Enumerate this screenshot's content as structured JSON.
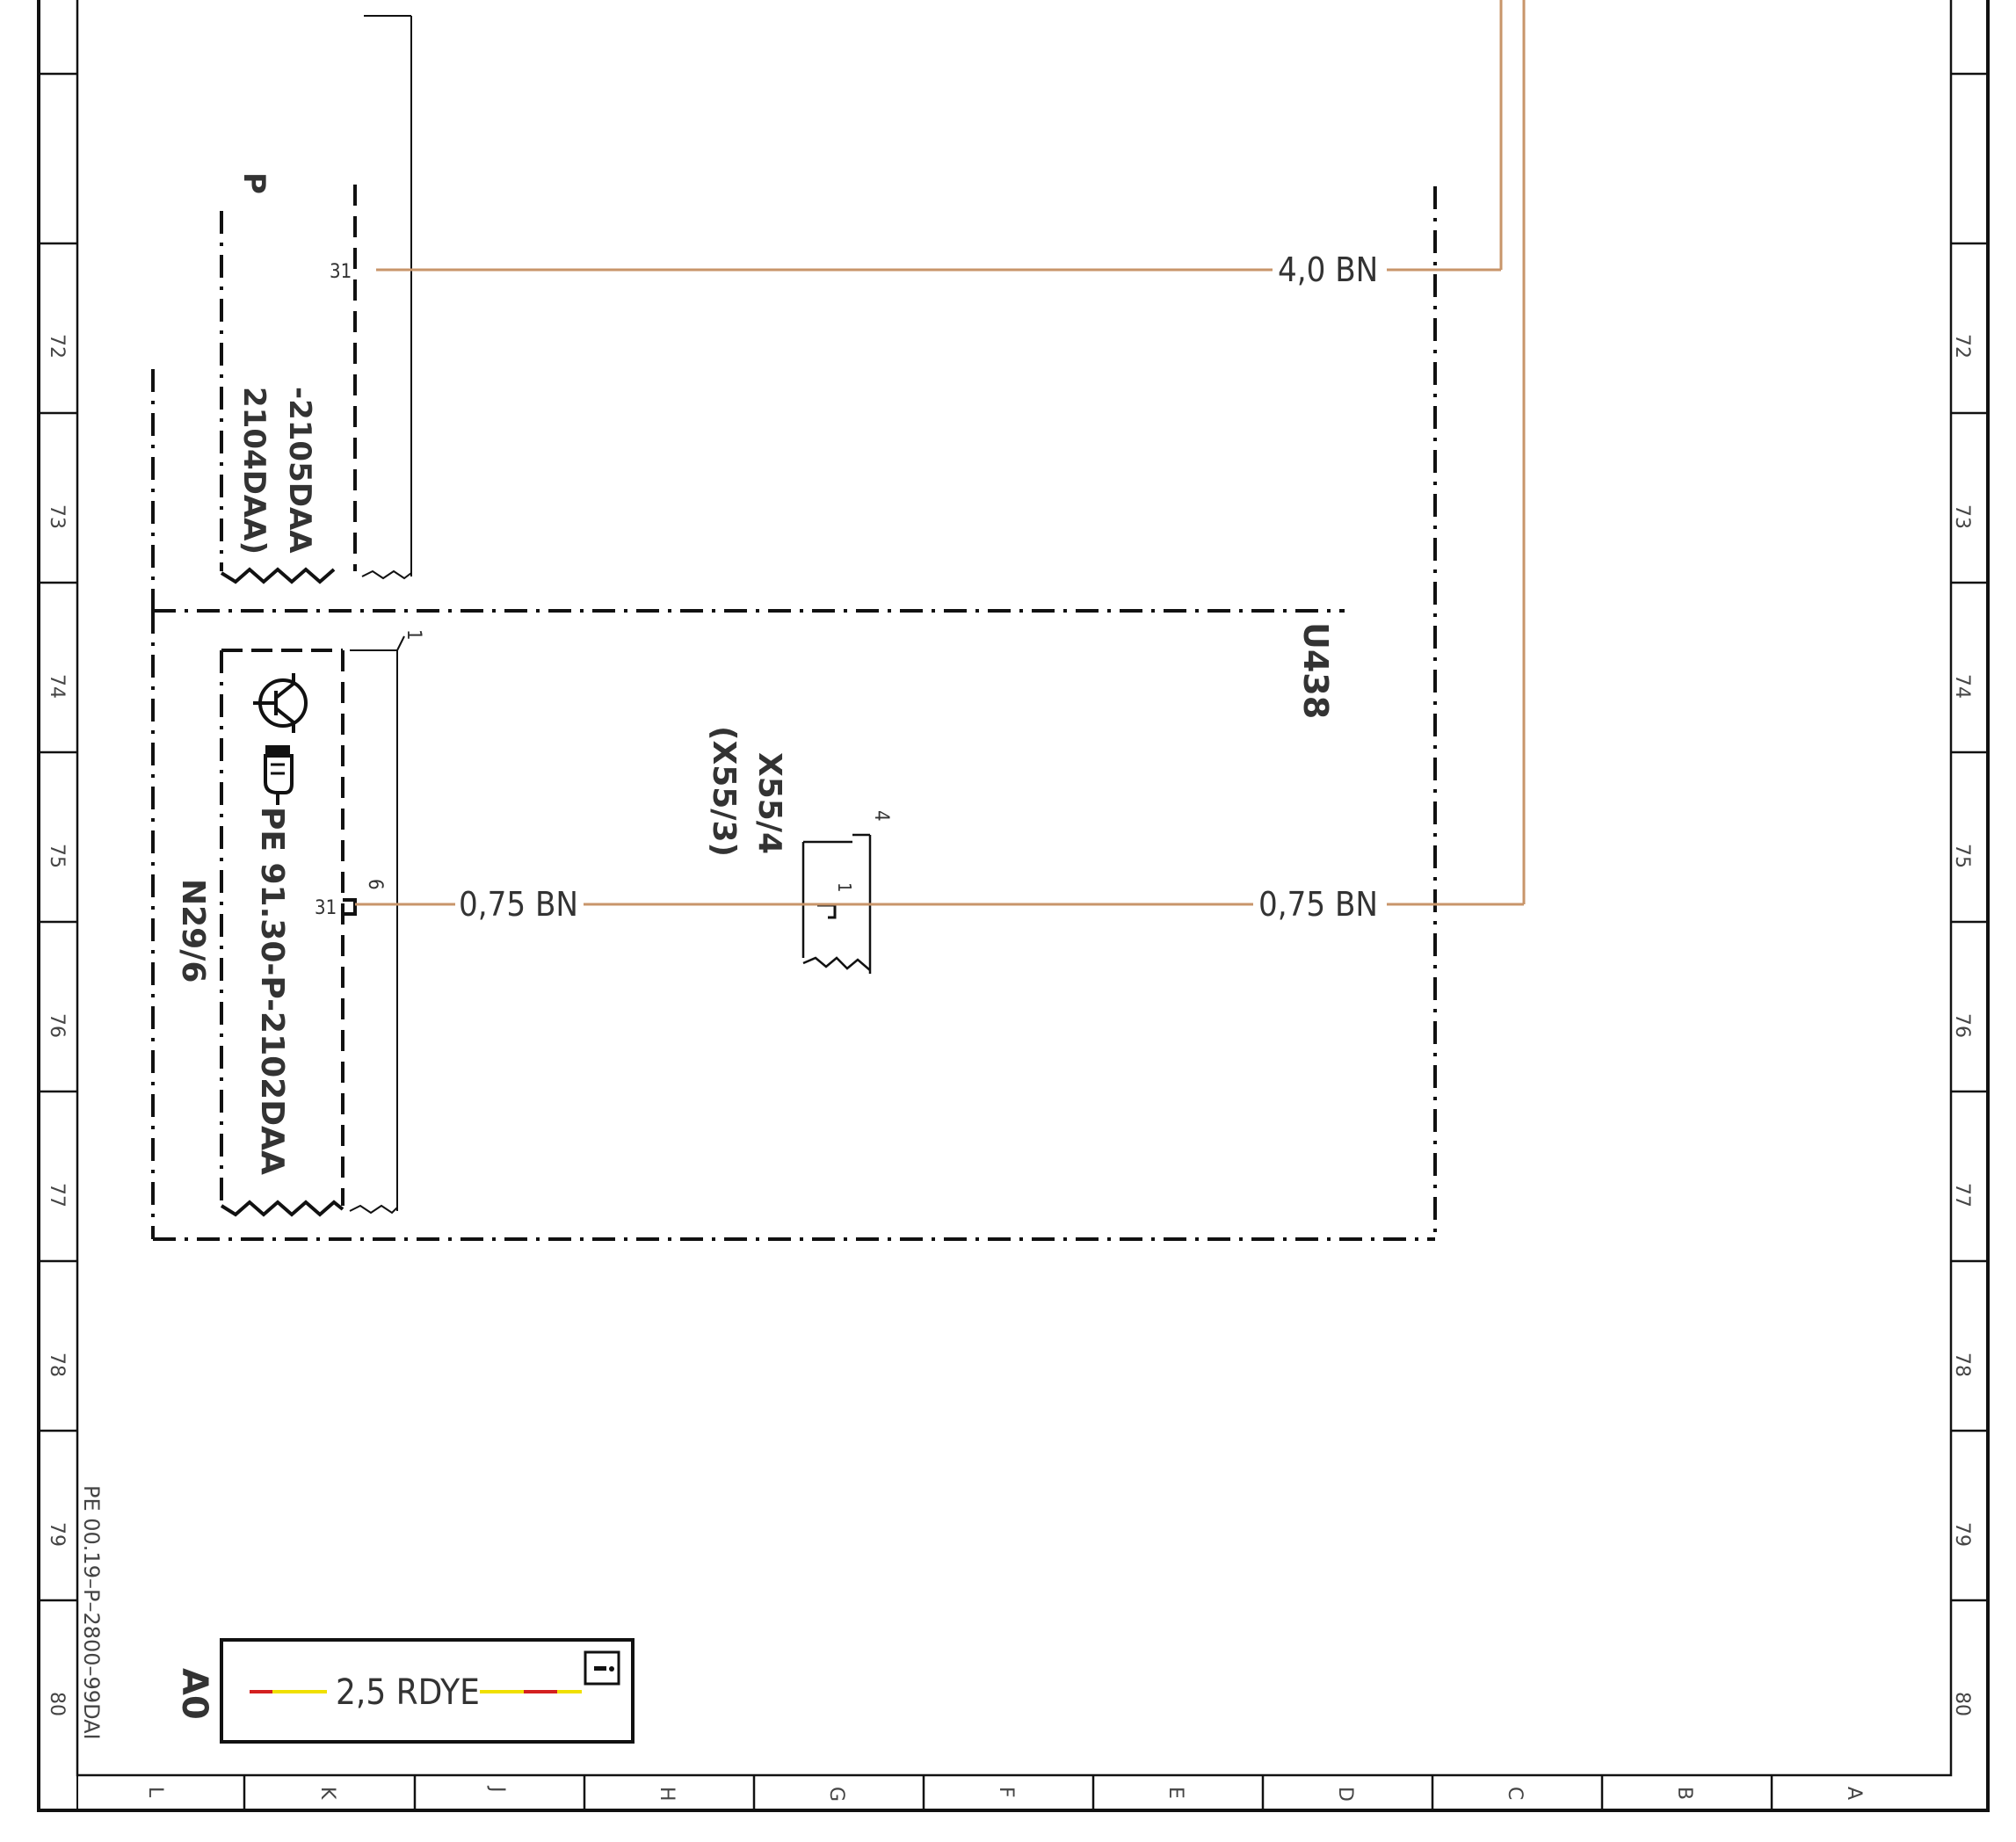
{
  "colors": {
    "wire_brown": "#c8956a",
    "rdye_red": "#d42020",
    "rdye_yellow": "#f0e000",
    "line": "#111111"
  },
  "frame": {
    "row_labels": [
      "72",
      "73",
      "74",
      "75",
      "76",
      "77",
      "78",
      "79",
      "80"
    ],
    "column_labels": [
      "L",
      "K",
      "J",
      "H",
      "G",
      "F",
      "E",
      "D",
      "C",
      "B",
      "A"
    ],
    "document_ref": "PE 00.19–P–2800–99DAI"
  },
  "components": {
    "top_block_header": "P",
    "top_block_ref1": "-2105DAA",
    "top_block_ref2": "2104DAA)",
    "outer_module": "U438",
    "control_unit": "N29/6",
    "control_unit_ref": "PE 91.30-P-2102DAA",
    "connector_name": "X55/4",
    "connector_alt": "(X55/3)",
    "legend_id": "A0",
    "legend_info_icon": "info-icon"
  },
  "pins": {
    "top_31": "31",
    "top_1": "1",
    "mid_6": "6",
    "mid_31": "31",
    "conn_4": "4",
    "conn_1": "1"
  },
  "wires": {
    "top_wire_label": "4,0 BN",
    "mid_wire_left_label": "0,75 BN",
    "mid_wire_right_label": "0,75 BN",
    "legend_wire_label": "2,5 RDYE"
  }
}
